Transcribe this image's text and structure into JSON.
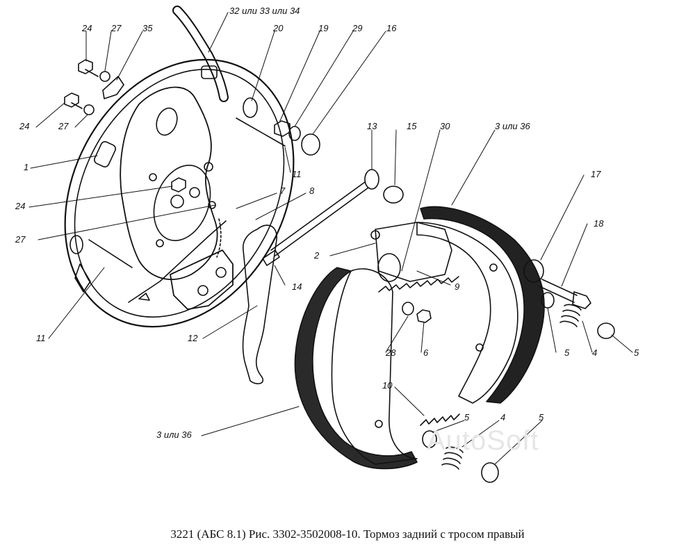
{
  "caption": "3221 (АБС 8.1) Рис. 3302-3502008-10. Тормоз задний с тросом правый",
  "watermark": "AutoSoft",
  "labels": {
    "l_32_33_34": "32 или 33 или 34",
    "l_24_top": "24",
    "l_27_top": "27",
    "l_35": "35",
    "l_20": "20",
    "l_19": "19",
    "l_29": "29",
    "l_16": "16",
    "l_24_mid": "24",
    "l_27_mid": "27",
    "l_13": "13",
    "l_15": "15",
    "l_30": "30",
    "l_3_36_top": "3 или 36",
    "l_1": "1",
    "l_11_top": "11",
    "l_17": "17",
    "l_24_low": "24",
    "l_7": "7",
    "l_8": "8",
    "l_18": "18",
    "l_27_low": "27",
    "l_2": "2",
    "l_14": "14",
    "l_9": "9",
    "l_11_low": "11",
    "l_12": "12",
    "l_28": "28",
    "l_6": "6",
    "l_5_right": "5",
    "l_4_right": "4",
    "l_5_far": "5",
    "l_10": "10",
    "l_5_bottom": "5",
    "l_4_bottom": "4",
    "l_5_bottom2": "5",
    "l_3_36_bottom": "3 или 36"
  }
}
